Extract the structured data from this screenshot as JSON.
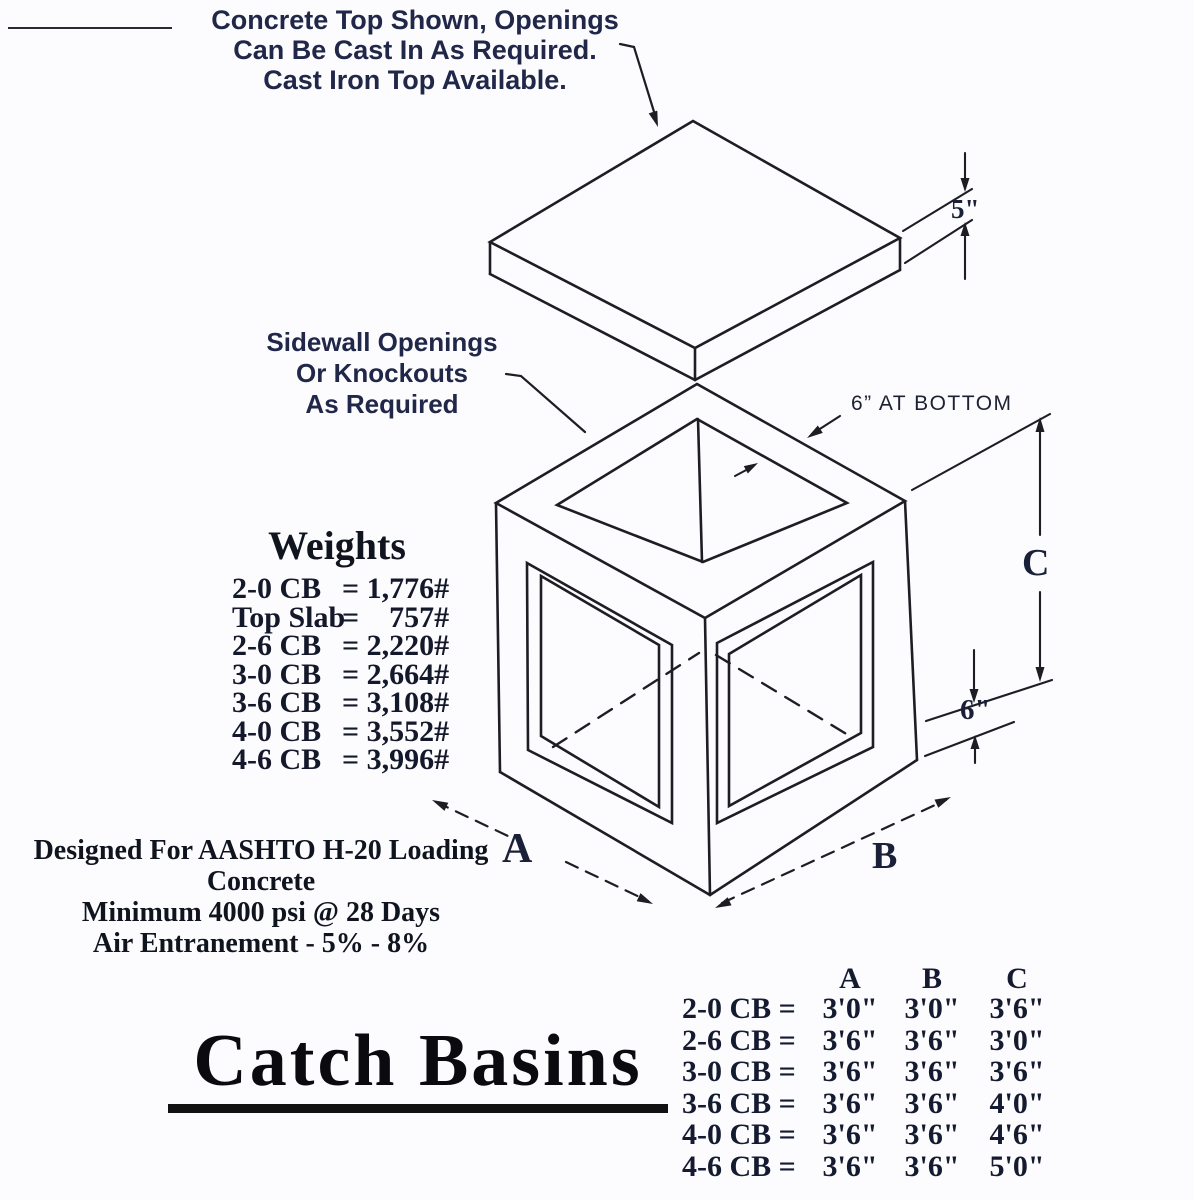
{
  "title": "Catch Basins",
  "annotations": {
    "top_note": {
      "line1": "Concrete Top Shown, Openings",
      "line2": "Can Be Cast In As Required.",
      "line3": "Cast Iron Top Available."
    },
    "sidewall_note": {
      "line1": "Sidewall Openings",
      "line2": "Or Knockouts",
      "line3": "As Required"
    },
    "at_bottom_label": "6” AT BOTTOM"
  },
  "dim_labels": {
    "slab_thickness": "5\"",
    "height_c": "C",
    "wall_thickness": "6\"",
    "width_a": "A",
    "width_b": "B"
  },
  "weights": {
    "heading": "Weights",
    "rows": [
      {
        "label": "2-0 CB",
        "value": "= 1,776#"
      },
      {
        "label": "Top Slab",
        "value": "=    757#"
      },
      {
        "label": "2-6 CB",
        "value": "= 2,220#"
      },
      {
        "label": "3-0 CB",
        "value": "= 2,664#"
      },
      {
        "label": "3-6 CB",
        "value": "= 3,108#"
      },
      {
        "label": "4-0 CB",
        "value": "= 3,552#"
      },
      {
        "label": "4-6 CB",
        "value": "= 3,996#"
      }
    ]
  },
  "specs": {
    "line1": "Designed For AASHTO H-20 Loading",
    "line2": "Concrete",
    "line3": "Minimum 4000 psi @ 28 Days",
    "line4": "Air Entranement - 5% - 8%"
  },
  "size_table": {
    "col_headers": [
      "A",
      "B",
      "C"
    ],
    "rows": [
      {
        "label": "2-0 CB = ",
        "a": "3'0\"",
        "b": "3'0\"",
        "c": "3'6\""
      },
      {
        "label": "2-6 CB = ",
        "a": "3'6\"",
        "b": "3'6\"",
        "c": "3'0\""
      },
      {
        "label": "3-0 CB = ",
        "a": "3'6\"",
        "b": "3'6\"",
        "c": "3'6\""
      },
      {
        "label": "3-6 CB = ",
        "a": "3'6\"",
        "b": "3'6\"",
        "c": "4'0\""
      },
      {
        "label": "4-0 CB = ",
        "a": "3'6\"",
        "b": "3'6\"",
        "c": "4'6\""
      },
      {
        "label": "4-6 CB = ",
        "a": "3'6\"",
        "b": "3'6\"",
        "c": "5'0\""
      }
    ]
  },
  "colors": {
    "background": "#fcfbfd",
    "line": "#1d1d24",
    "text_navy": "#202749",
    "text_dark": "#14182b"
  }
}
